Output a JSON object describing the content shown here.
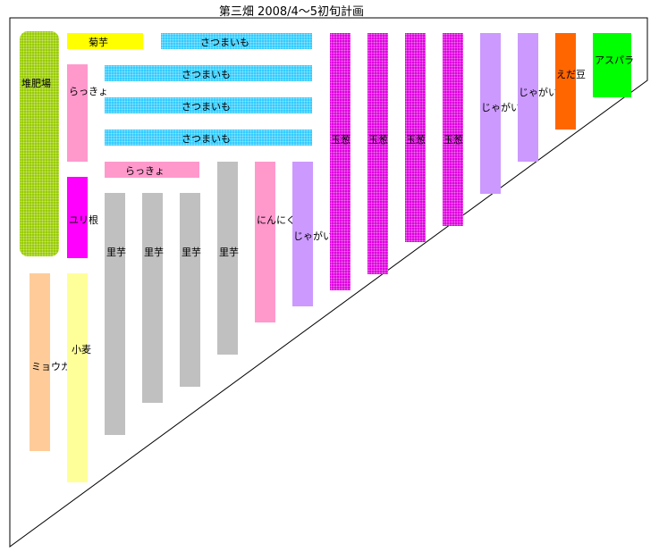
{
  "title": "第三畑  2008/4～5初旬計画",
  "plots": {
    "compost": "堆肥場",
    "kikuimo": "菊芋",
    "sweet_potato_1": "さつまいも",
    "sweet_potato_2": "さつまいも",
    "sweet_potato_3": "さつまいも",
    "sweet_potato_4": "さつまいも",
    "rakkyo_1": "らっきょ",
    "rakkyo_2": "らっきょ",
    "yurine": "ユリ根",
    "myoga": "ミョウガ",
    "wheat": "小麦",
    "satoimo_1": "里芋",
    "satoimo_2": "里芋",
    "satoimo_3": "里芋",
    "satoimo_4": "里芋",
    "garlic": "にんにく",
    "potato_1": "じゃがいも",
    "potato_2": "じゃがいも",
    "potato_3": "じゃがいも",
    "onion_1": "玉葱",
    "onion_2": "玉葱",
    "onion_3": "玉葱",
    "onion_4": "玉葱",
    "edamame": "えだ豆",
    "asparagus": "アスパラ"
  }
}
